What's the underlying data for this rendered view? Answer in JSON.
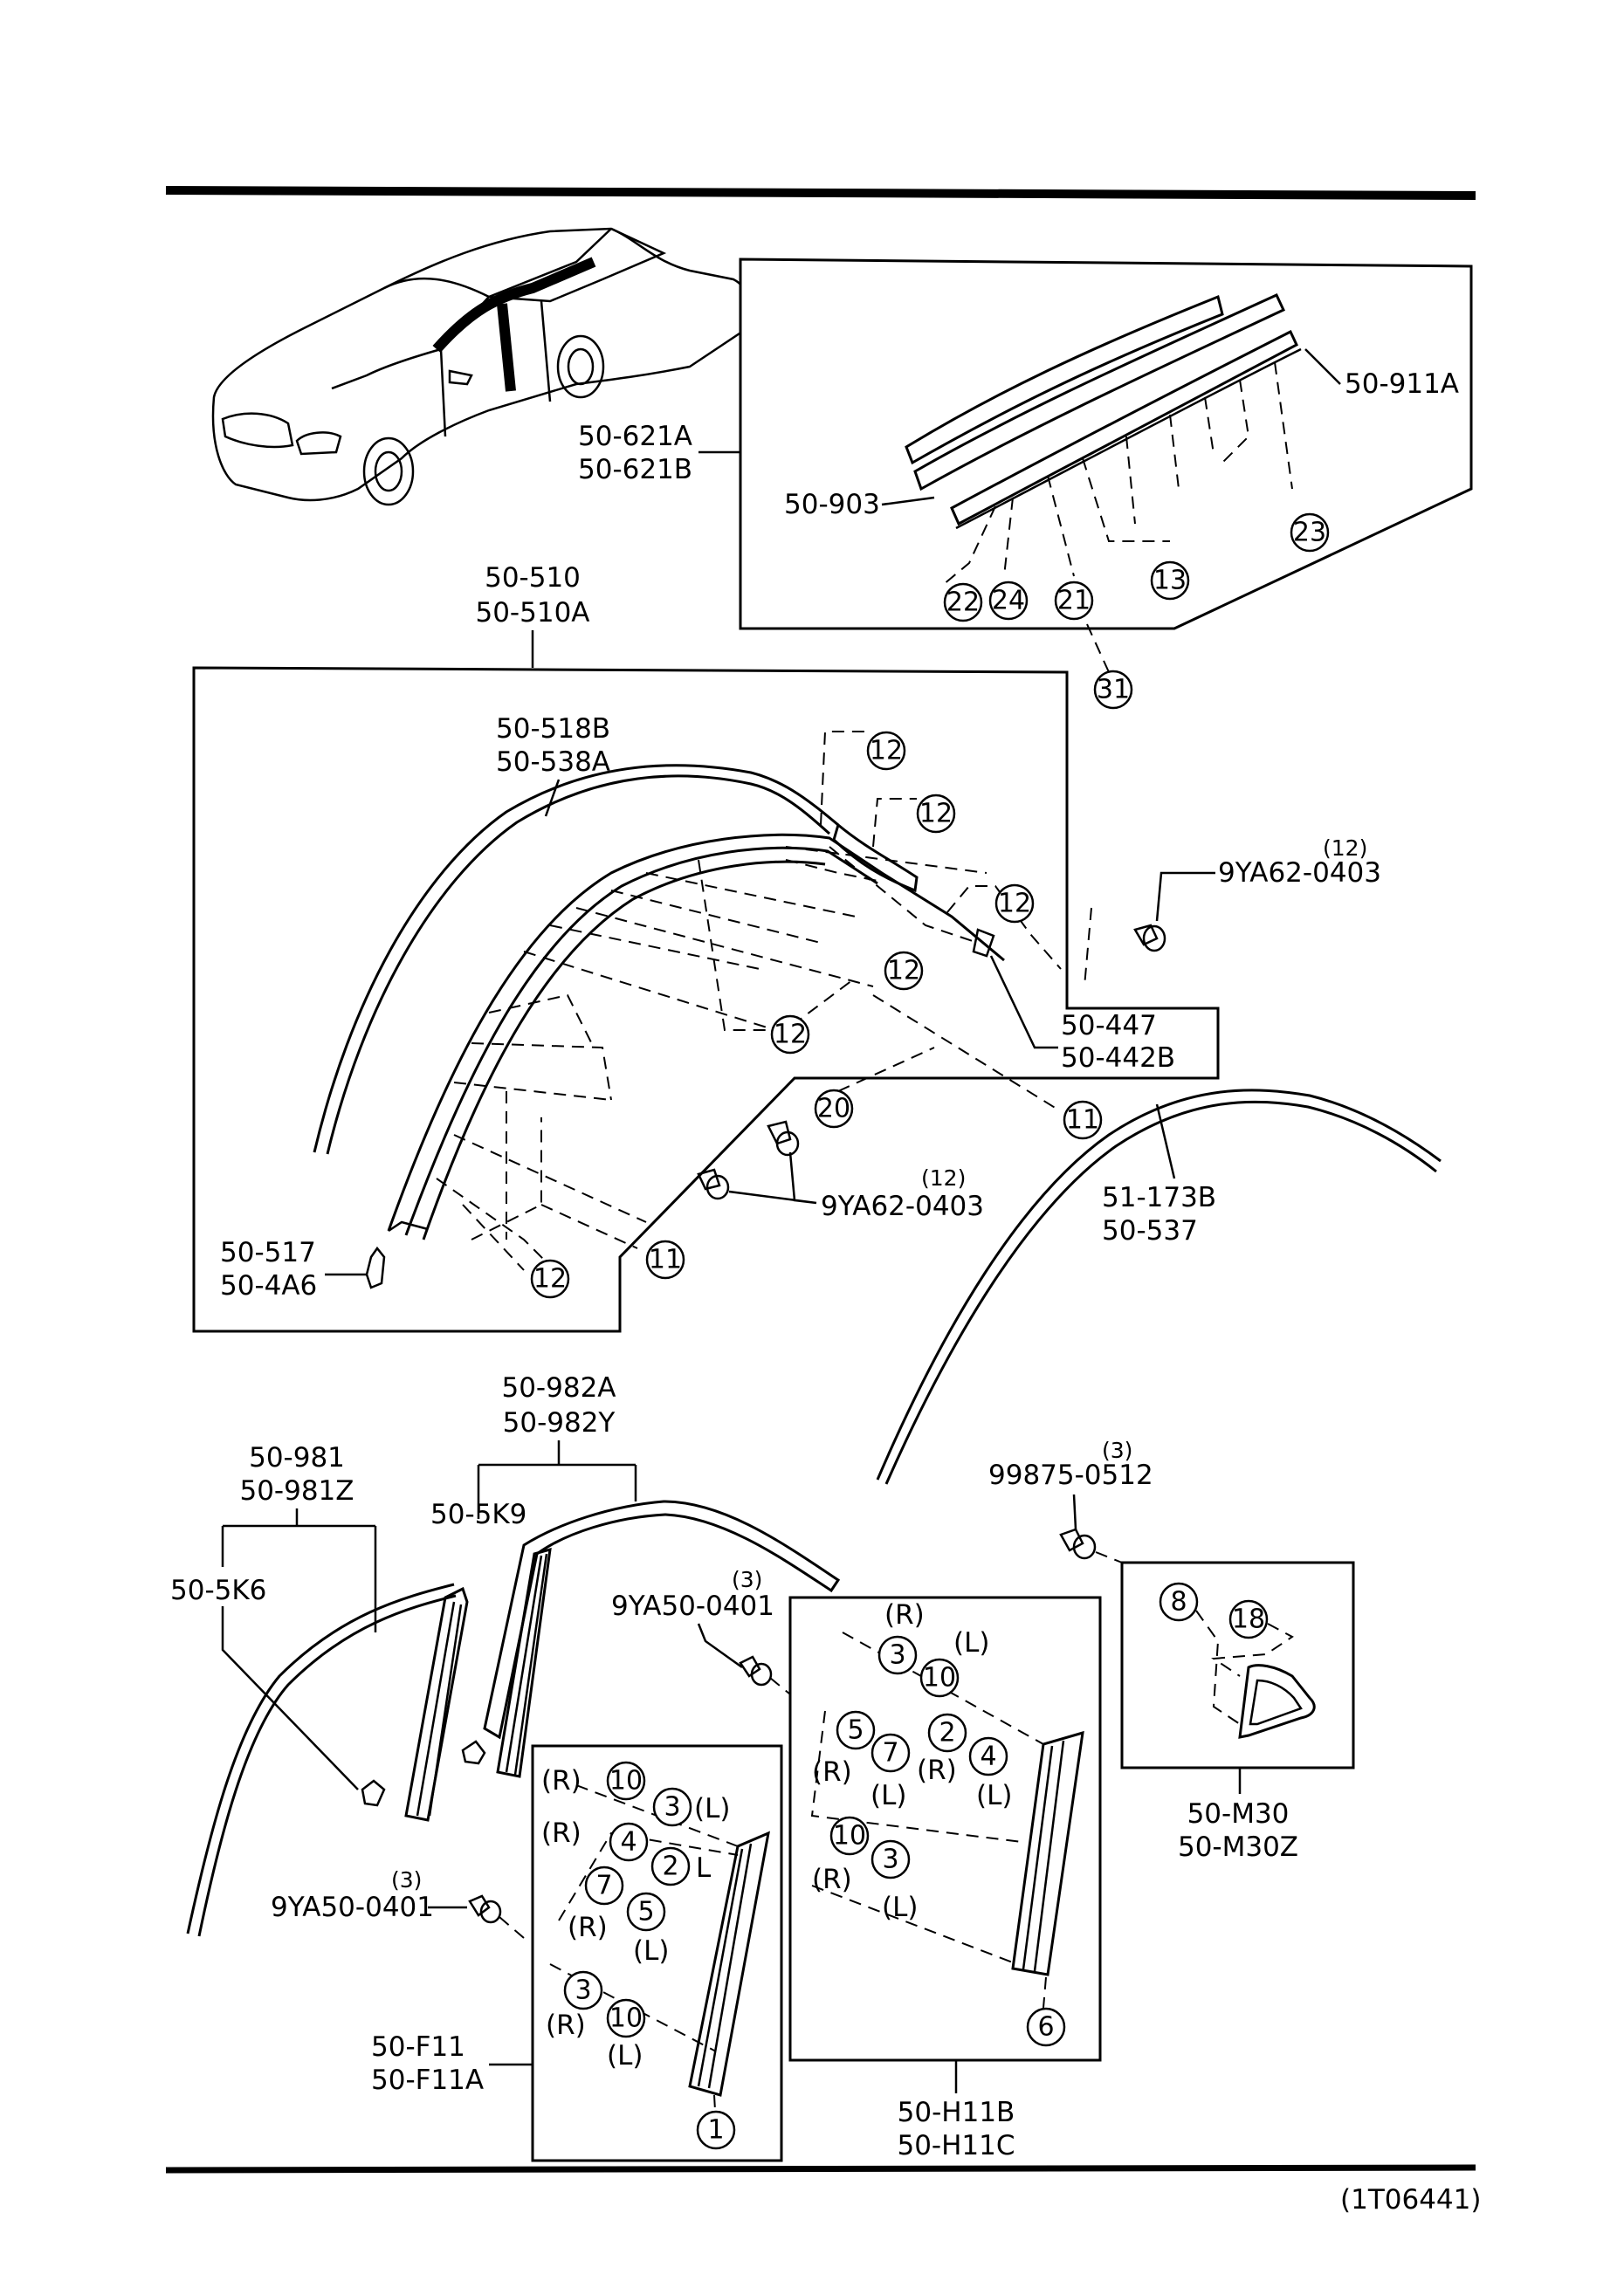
{
  "drawing_id": "(1T06441)",
  "callouts": {
    "roof_molding": [
      "50-621A",
      "50-621B"
    ],
    "front_section": [
      "50-510",
      "50-510A"
    ],
    "roof_strip": [
      "50-518B",
      "50-538A"
    ],
    "rear_clip": [
      "50-447",
      "50-442B"
    ],
    "front_clip": [
      "50-517",
      "50-4A6"
    ],
    "rear_molding": [
      "51-173B",
      "50-537"
    ],
    "front_pillar_assy": [
      "50-981",
      "50-981Z"
    ],
    "rear_pillar_assy": [
      "50-982A",
      "50-982Y"
    ],
    "fender_f11": [
      "50-F11",
      "50-F11A"
    ],
    "fender_h11": [
      "50-H11B",
      "50-H11C"
    ],
    "quarter_glass": [
      "50-M30",
      "50-M30Z"
    ]
  },
  "single_labels": {
    "p50_911A": "50-911A",
    "p50_903": "50-903",
    "p9YA62_top": "9YA62-0403",
    "p9YA62_mid": "9YA62-0403",
    "p50_5K9": "50-5K9",
    "p50_5K6": "50-5K6",
    "p9YA50_a": "9YA50-0401",
    "p9YA50_b": "9YA50-0401",
    "p99875": "99875-0512"
  },
  "quantities": {
    "q_9YA62_top": "(12)",
    "q_9YA62_mid": "(12)",
    "q_9YA50_a": "(3)",
    "q_9YA50_b": "(3)",
    "q_99875": "(3)"
  },
  "circled_numbers": {
    "c22": "22",
    "c24": "24",
    "c21": "21",
    "c13": "13",
    "c23": "23",
    "c31": "31",
    "c12a": "12",
    "c12b": "12",
    "c12c": "12",
    "c12d": "12",
    "c12e": "12",
    "c12f": "12",
    "c20": "20",
    "c11a": "11",
    "c11b": "11",
    "c8": "8",
    "c18": "18",
    "f10a": "10",
    "f3a": "3",
    "f4": "4",
    "f2": "2",
    "f7": "7",
    "f5": "5",
    "f3b": "3",
    "f10b": "10",
    "f1": "1",
    "h3a": "3",
    "h10a": "10",
    "h5": "5",
    "h2": "2",
    "h7": "7",
    "h4": "4",
    "h10b": "10",
    "h3b": "3",
    "h6": "6"
  },
  "side_markers": {
    "fr1": "(R)",
    "fl1": "(L)",
    "fr2": "(R)",
    "fl2": "L",
    "fr3": "(R)",
    "fl3": "(L)",
    "fr4": "(R)",
    "fl4": "(L)",
    "hr1": "(R)",
    "hl1": "(L)",
    "hr2": "(R)",
    "hr3": "(R)",
    "hl2": "(L)",
    "hl3": "(L)",
    "hr4": "(R)",
    "hl4": "(L)"
  }
}
